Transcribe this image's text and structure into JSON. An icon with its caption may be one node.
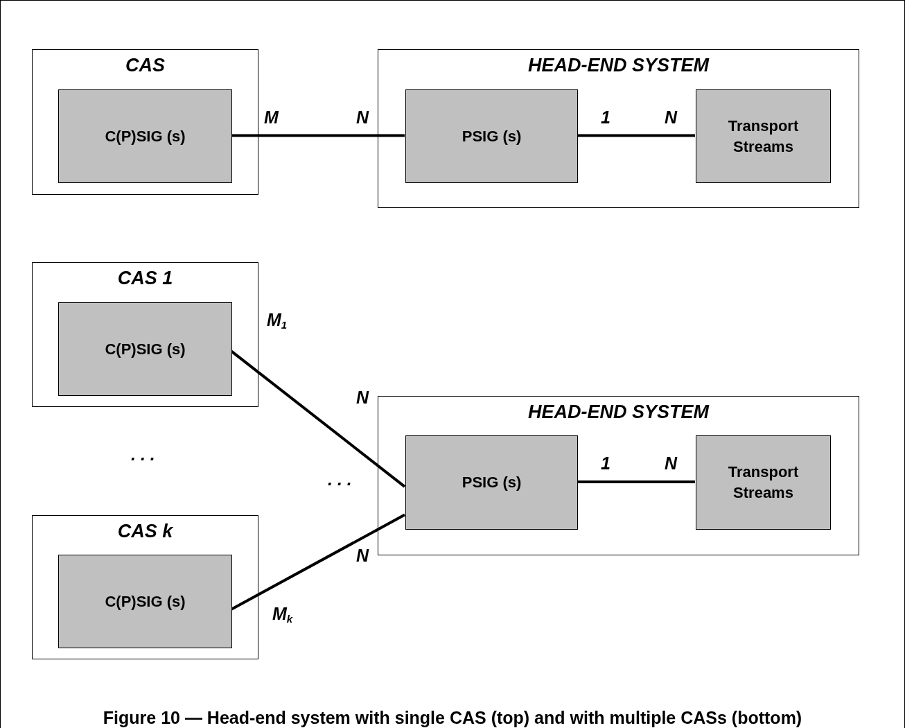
{
  "diagram": {
    "caption": "Figure 10 — Head-end system with single CAS (top) and with multiple CASs (bottom)",
    "nodes": [
      {
        "text": [
          "CAS"
        ]
      },
      {
        "text": [
          "C(P)SIG (s)"
        ],
        "in": 0
      },
      {
        "text": [
          "HEAD-END SYSTEM"
        ]
      },
      {
        "text": [
          "PSIG (s)"
        ],
        "in": 2
      },
      {
        "text": [
          "Transport Streams"
        ],
        "in": 2
      },
      {
        "text": [
          "CAS 1"
        ]
      },
      {
        "text": [
          "C(P)SIG (s)"
        ],
        "in": 5
      },
      {
        "text": [
          "CAS k"
        ]
      },
      {
        "text": [
          "C(P)SIG (s)"
        ],
        "in": 7
      },
      {
        "text": [
          "HEAD-END SYSTEM"
        ]
      },
      {
        "text": [
          "PSIG (s)"
        ],
        "in": 9
      },
      {
        "text": [
          "Transport Streams"
        ],
        "in": 9
      }
    ],
    "edges": [
      {
        "from": 1,
        "to": 3,
        "arrow": "none"
      },
      {
        "from": 3,
        "to": 4,
        "arrow": "none"
      },
      {
        "from": 6,
        "to": 10,
        "arrow": "none"
      },
      {
        "from": 8,
        "to": 10,
        "arrow": "none"
      },
      {
        "from": 10,
        "to": 11,
        "arrow": "none"
      }
    ],
    "labels": [
      "M",
      "N",
      "1",
      "N",
      "M$_{1}$",
      "N",
      ". . .",
      ". . .",
      "1",
      "N",
      "N",
      "M$_{k}$"
    ]
  }
}
